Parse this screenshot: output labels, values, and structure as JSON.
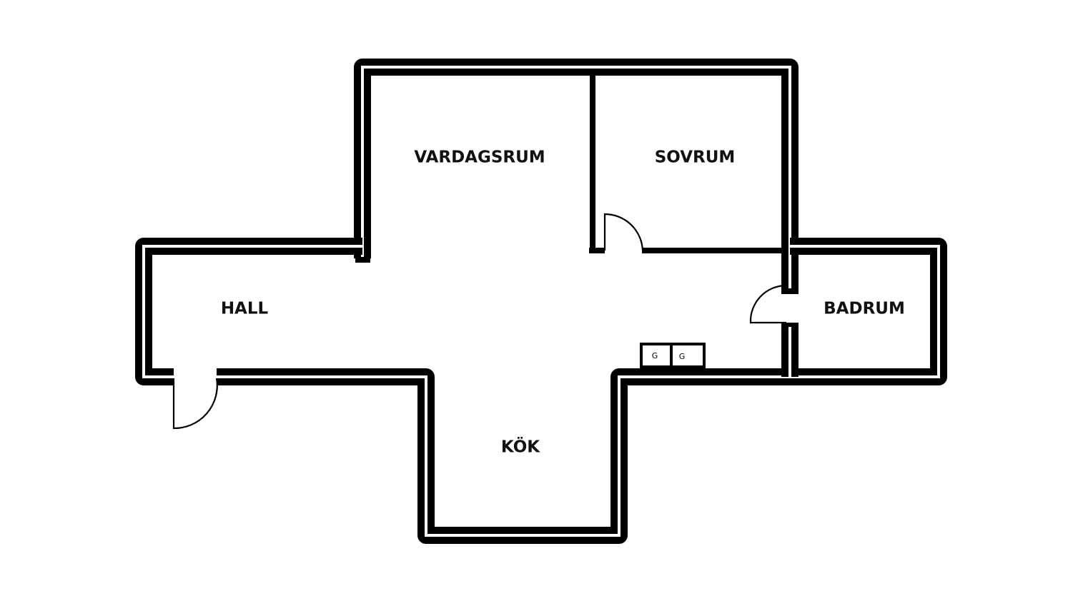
{
  "floorplan": {
    "rooms": {
      "vardagsrum": "VARDAGSRUM",
      "sovrum": "SOVRUM",
      "hall": "HALL",
      "badrum": "BADRUM",
      "kok": "KÖK"
    },
    "appliances": {
      "stove_left": "G",
      "stove_right": "G"
    },
    "colors": {
      "wall": "#000000",
      "background": "#ffffff"
    }
  }
}
